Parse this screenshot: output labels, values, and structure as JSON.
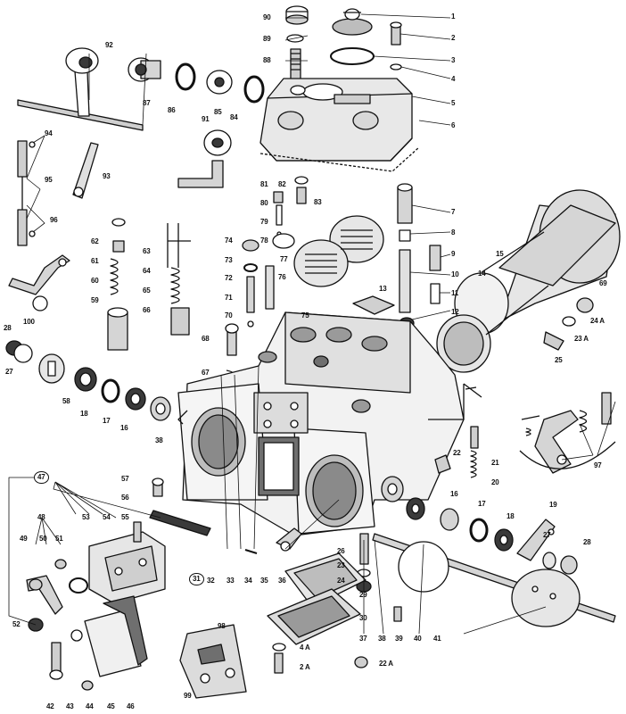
{
  "diagram": {
    "labels": [
      {
        "id": "1",
        "text": "1"
      },
      {
        "id": "2",
        "text": "2"
      },
      {
        "id": "3",
        "text": "3"
      },
      {
        "id": "4",
        "text": "4"
      },
      {
        "id": "5",
        "text": "5"
      },
      {
        "id": "6",
        "text": "6"
      },
      {
        "id": "7",
        "text": "7"
      },
      {
        "id": "8",
        "text": "8"
      },
      {
        "id": "9",
        "text": "9"
      },
      {
        "id": "10",
        "text": "10"
      },
      {
        "id": "11",
        "text": "11"
      },
      {
        "id": "12",
        "text": "12"
      },
      {
        "id": "13",
        "text": "13"
      },
      {
        "id": "14",
        "text": "14"
      },
      {
        "id": "15",
        "text": "15"
      },
      {
        "id": "16a",
        "text": "16"
      },
      {
        "id": "16b",
        "text": "16"
      },
      {
        "id": "17a",
        "text": "17"
      },
      {
        "id": "17b",
        "text": "17"
      },
      {
        "id": "18a",
        "text": "18"
      },
      {
        "id": "18b",
        "text": "18"
      },
      {
        "id": "19",
        "text": "19"
      },
      {
        "id": "20",
        "text": "20"
      },
      {
        "id": "21",
        "text": "21"
      },
      {
        "id": "22",
        "text": "22"
      },
      {
        "id": "22A",
        "text": "22 A"
      },
      {
        "id": "23",
        "text": "23"
      },
      {
        "id": "23A",
        "text": "23 A"
      },
      {
        "id": "24",
        "text": "24"
      },
      {
        "id": "24A",
        "text": "24 A"
      },
      {
        "id": "25",
        "text": "25"
      },
      {
        "id": "26",
        "text": "26"
      },
      {
        "id": "27a",
        "text": "27"
      },
      {
        "id": "27b",
        "text": "27"
      },
      {
        "id": "28a",
        "text": "28"
      },
      {
        "id": "28b",
        "text": "28"
      },
      {
        "id": "29",
        "text": "29"
      },
      {
        "id": "30",
        "text": "30"
      },
      {
        "id": "31",
        "text": "31"
      },
      {
        "id": "32",
        "text": "32"
      },
      {
        "id": "33",
        "text": "33"
      },
      {
        "id": "34",
        "text": "34"
      },
      {
        "id": "35",
        "text": "35"
      },
      {
        "id": "36",
        "text": "36"
      },
      {
        "id": "37",
        "text": "37"
      },
      {
        "id": "38a",
        "text": "38"
      },
      {
        "id": "38b",
        "text": "38"
      },
      {
        "id": "39",
        "text": "39"
      },
      {
        "id": "40",
        "text": "40"
      },
      {
        "id": "41",
        "text": "41"
      },
      {
        "id": "42",
        "text": "42"
      },
      {
        "id": "43",
        "text": "43"
      },
      {
        "id": "44",
        "text": "44"
      },
      {
        "id": "45",
        "text": "45"
      },
      {
        "id": "46",
        "text": "46"
      },
      {
        "id": "47",
        "text": "47"
      },
      {
        "id": "48",
        "text": "48"
      },
      {
        "id": "49",
        "text": "49"
      },
      {
        "id": "50",
        "text": "50"
      },
      {
        "id": "51",
        "text": "51"
      },
      {
        "id": "52",
        "text": "52"
      },
      {
        "id": "53",
        "text": "53"
      },
      {
        "id": "54",
        "text": "54"
      },
      {
        "id": "55",
        "text": "55"
      },
      {
        "id": "56",
        "text": "56"
      },
      {
        "id": "57",
        "text": "57"
      },
      {
        "id": "58",
        "text": "58"
      },
      {
        "id": "59",
        "text": "59"
      },
      {
        "id": "60",
        "text": "60"
      },
      {
        "id": "61",
        "text": "61"
      },
      {
        "id": "62",
        "text": "62"
      },
      {
        "id": "63",
        "text": "63"
      },
      {
        "id": "64",
        "text": "64"
      },
      {
        "id": "65",
        "text": "65"
      },
      {
        "id": "66",
        "text": "66"
      },
      {
        "id": "67",
        "text": "67"
      },
      {
        "id": "68",
        "text": "68"
      },
      {
        "id": "69",
        "text": "69"
      },
      {
        "id": "70",
        "text": "70"
      },
      {
        "id": "71",
        "text": "71"
      },
      {
        "id": "72",
        "text": "72"
      },
      {
        "id": "73",
        "text": "73"
      },
      {
        "id": "74",
        "text": "74"
      },
      {
        "id": "75",
        "text": "75"
      },
      {
        "id": "76",
        "text": "76"
      },
      {
        "id": "77",
        "text": "77"
      },
      {
        "id": "78",
        "text": "78"
      },
      {
        "id": "79",
        "text": "79"
      },
      {
        "id": "80",
        "text": "80"
      },
      {
        "id": "81",
        "text": "81"
      },
      {
        "id": "82",
        "text": "82"
      },
      {
        "id": "83",
        "text": "83"
      },
      {
        "id": "84",
        "text": "84"
      },
      {
        "id": "85",
        "text": "85"
      },
      {
        "id": "86",
        "text": "86"
      },
      {
        "id": "87",
        "text": "87"
      },
      {
        "id": "88",
        "text": "88"
      },
      {
        "id": "89",
        "text": "89"
      },
      {
        "id": "90",
        "text": "90"
      },
      {
        "id": "91",
        "text": "91"
      },
      {
        "id": "92",
        "text": "92"
      },
      {
        "id": "93",
        "text": "93"
      },
      {
        "id": "94",
        "text": "94"
      },
      {
        "id": "95",
        "text": "95"
      },
      {
        "id": "96",
        "text": "96"
      },
      {
        "id": "97",
        "text": "97"
      },
      {
        "id": "98",
        "text": "98"
      },
      {
        "id": "99",
        "text": "99"
      },
      {
        "id": "100",
        "text": "100"
      },
      {
        "id": "2A",
        "text": "2 A"
      },
      {
        "id": "4A",
        "text": "4 A"
      }
    ]
  },
  "colors": {
    "ink": "#111111",
    "paper": "#ffffff",
    "shade": "#cfcfcf",
    "dark": "#3a3a3a"
  }
}
